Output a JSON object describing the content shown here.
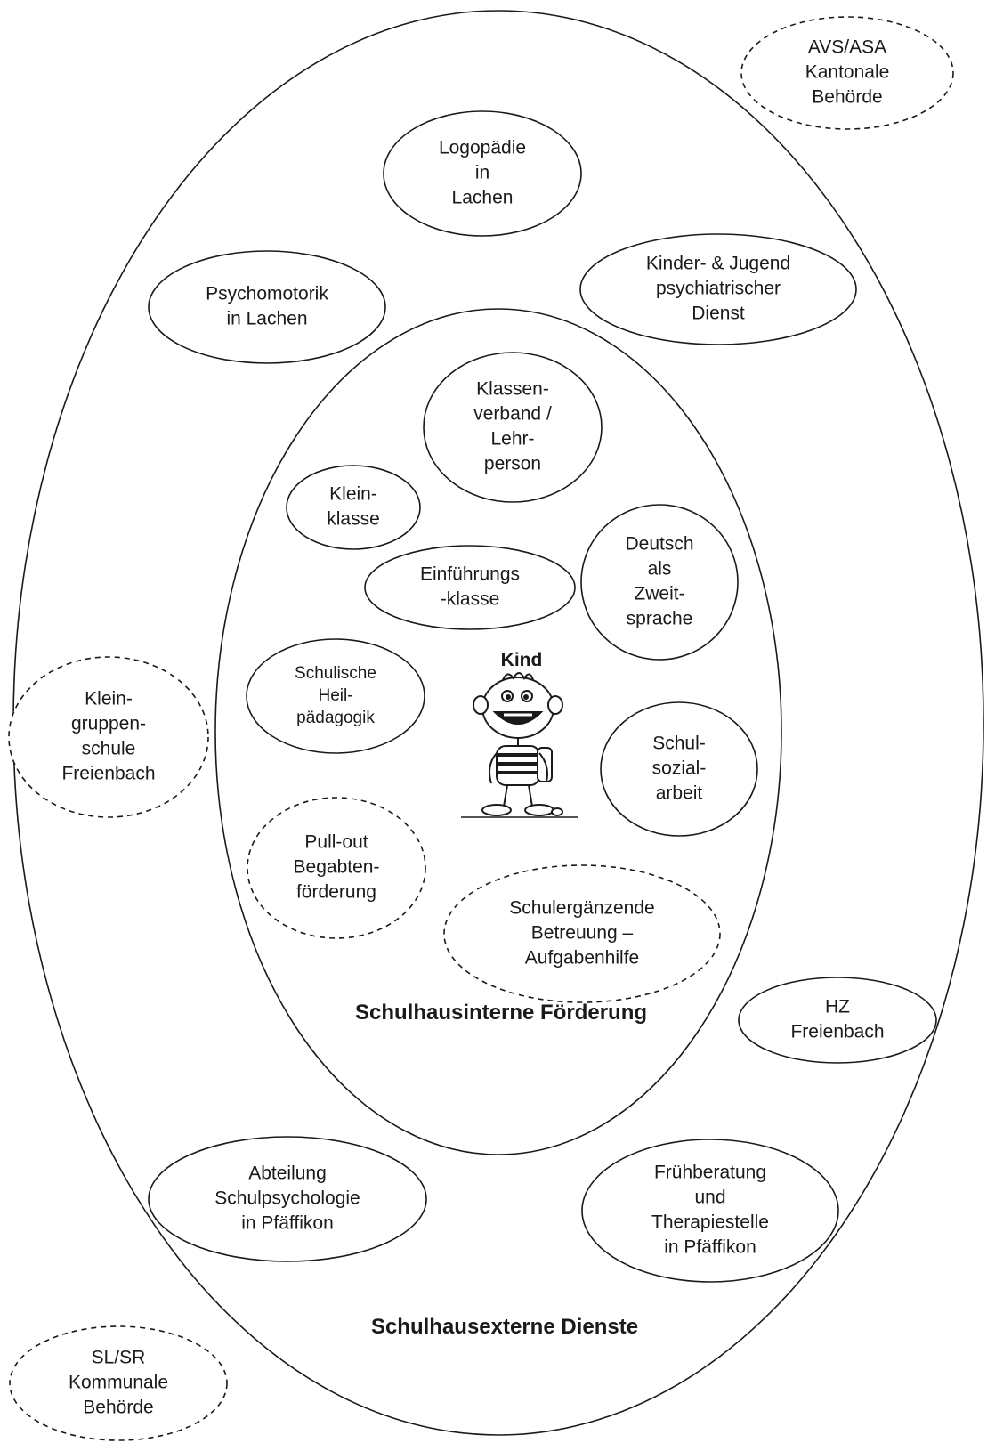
{
  "diagram": {
    "kind_label": "Kind",
    "inner_label": "Schulhausinterne Förderung",
    "outer_label": "Schulhausexterne Dienste",
    "solid_stroke": "#1a1a1a",
    "dashed_stroke": "#1a1a1a",
    "nodes": [
      {
        "id": "avs-asa",
        "style": "dashed",
        "lines": [
          "AVS/ASA",
          "Kantonale",
          "Behörde"
        ]
      },
      {
        "id": "logopaedie",
        "style": "solid",
        "lines": [
          "Logopädie",
          "in",
          "Lachen"
        ]
      },
      {
        "id": "kjpd",
        "style": "solid",
        "lines": [
          "Kinder- & Jugend",
          "psychiatrischer",
          "Dienst"
        ]
      },
      {
        "id": "psychomotorik",
        "style": "solid",
        "lines": [
          "Psychomotorik",
          "in Lachen"
        ]
      },
      {
        "id": "klassenverband",
        "style": "solid",
        "lines": [
          "Klassen-",
          "verband /",
          "Lehr-",
          "person"
        ]
      },
      {
        "id": "kleinklasse",
        "style": "solid",
        "lines": [
          "Klein-",
          "klasse"
        ]
      },
      {
        "id": "einfuehrungsklasse",
        "style": "solid",
        "lines": [
          "Einführungs",
          "-klasse"
        ]
      },
      {
        "id": "daz",
        "style": "solid",
        "lines": [
          "Deutsch",
          "als",
          "Zweit-",
          "sprache"
        ]
      },
      {
        "id": "heilpaedagogik",
        "style": "solid",
        "lines": [
          "Schulische",
          "Heil-",
          "pädagogik"
        ]
      },
      {
        "id": "schulsozialarbeit",
        "style": "solid",
        "lines": [
          "Schul-",
          "sozial-",
          "arbeit"
        ]
      },
      {
        "id": "kleingruppenschule",
        "style": "dashed",
        "lines": [
          "Klein-",
          "gruppen-",
          "schule",
          "Freienbach"
        ]
      },
      {
        "id": "pullout",
        "style": "dashed",
        "lines": [
          "Pull-out",
          "Begabten-",
          "förderung"
        ]
      },
      {
        "id": "schulergaenzend",
        "style": "dashed",
        "lines": [
          "Schulergänzende",
          "Betreuung –",
          "Aufgabenhilfe"
        ]
      },
      {
        "id": "hz",
        "style": "solid",
        "lines": [
          "HZ",
          "Freienbach"
        ]
      },
      {
        "id": "schulpsychologie",
        "style": "solid",
        "lines": [
          "Abteilung",
          "Schulpsychologie",
          "in Pfäffikon"
        ]
      },
      {
        "id": "fruehberatung",
        "style": "solid",
        "lines": [
          "Frühberatung",
          "und",
          "Therapiestelle",
          "in Pfäffikon"
        ]
      },
      {
        "id": "sl-sr",
        "style": "dashed",
        "lines": [
          "SL/SR",
          "Kommunale",
          "Behörde"
        ]
      }
    ]
  }
}
